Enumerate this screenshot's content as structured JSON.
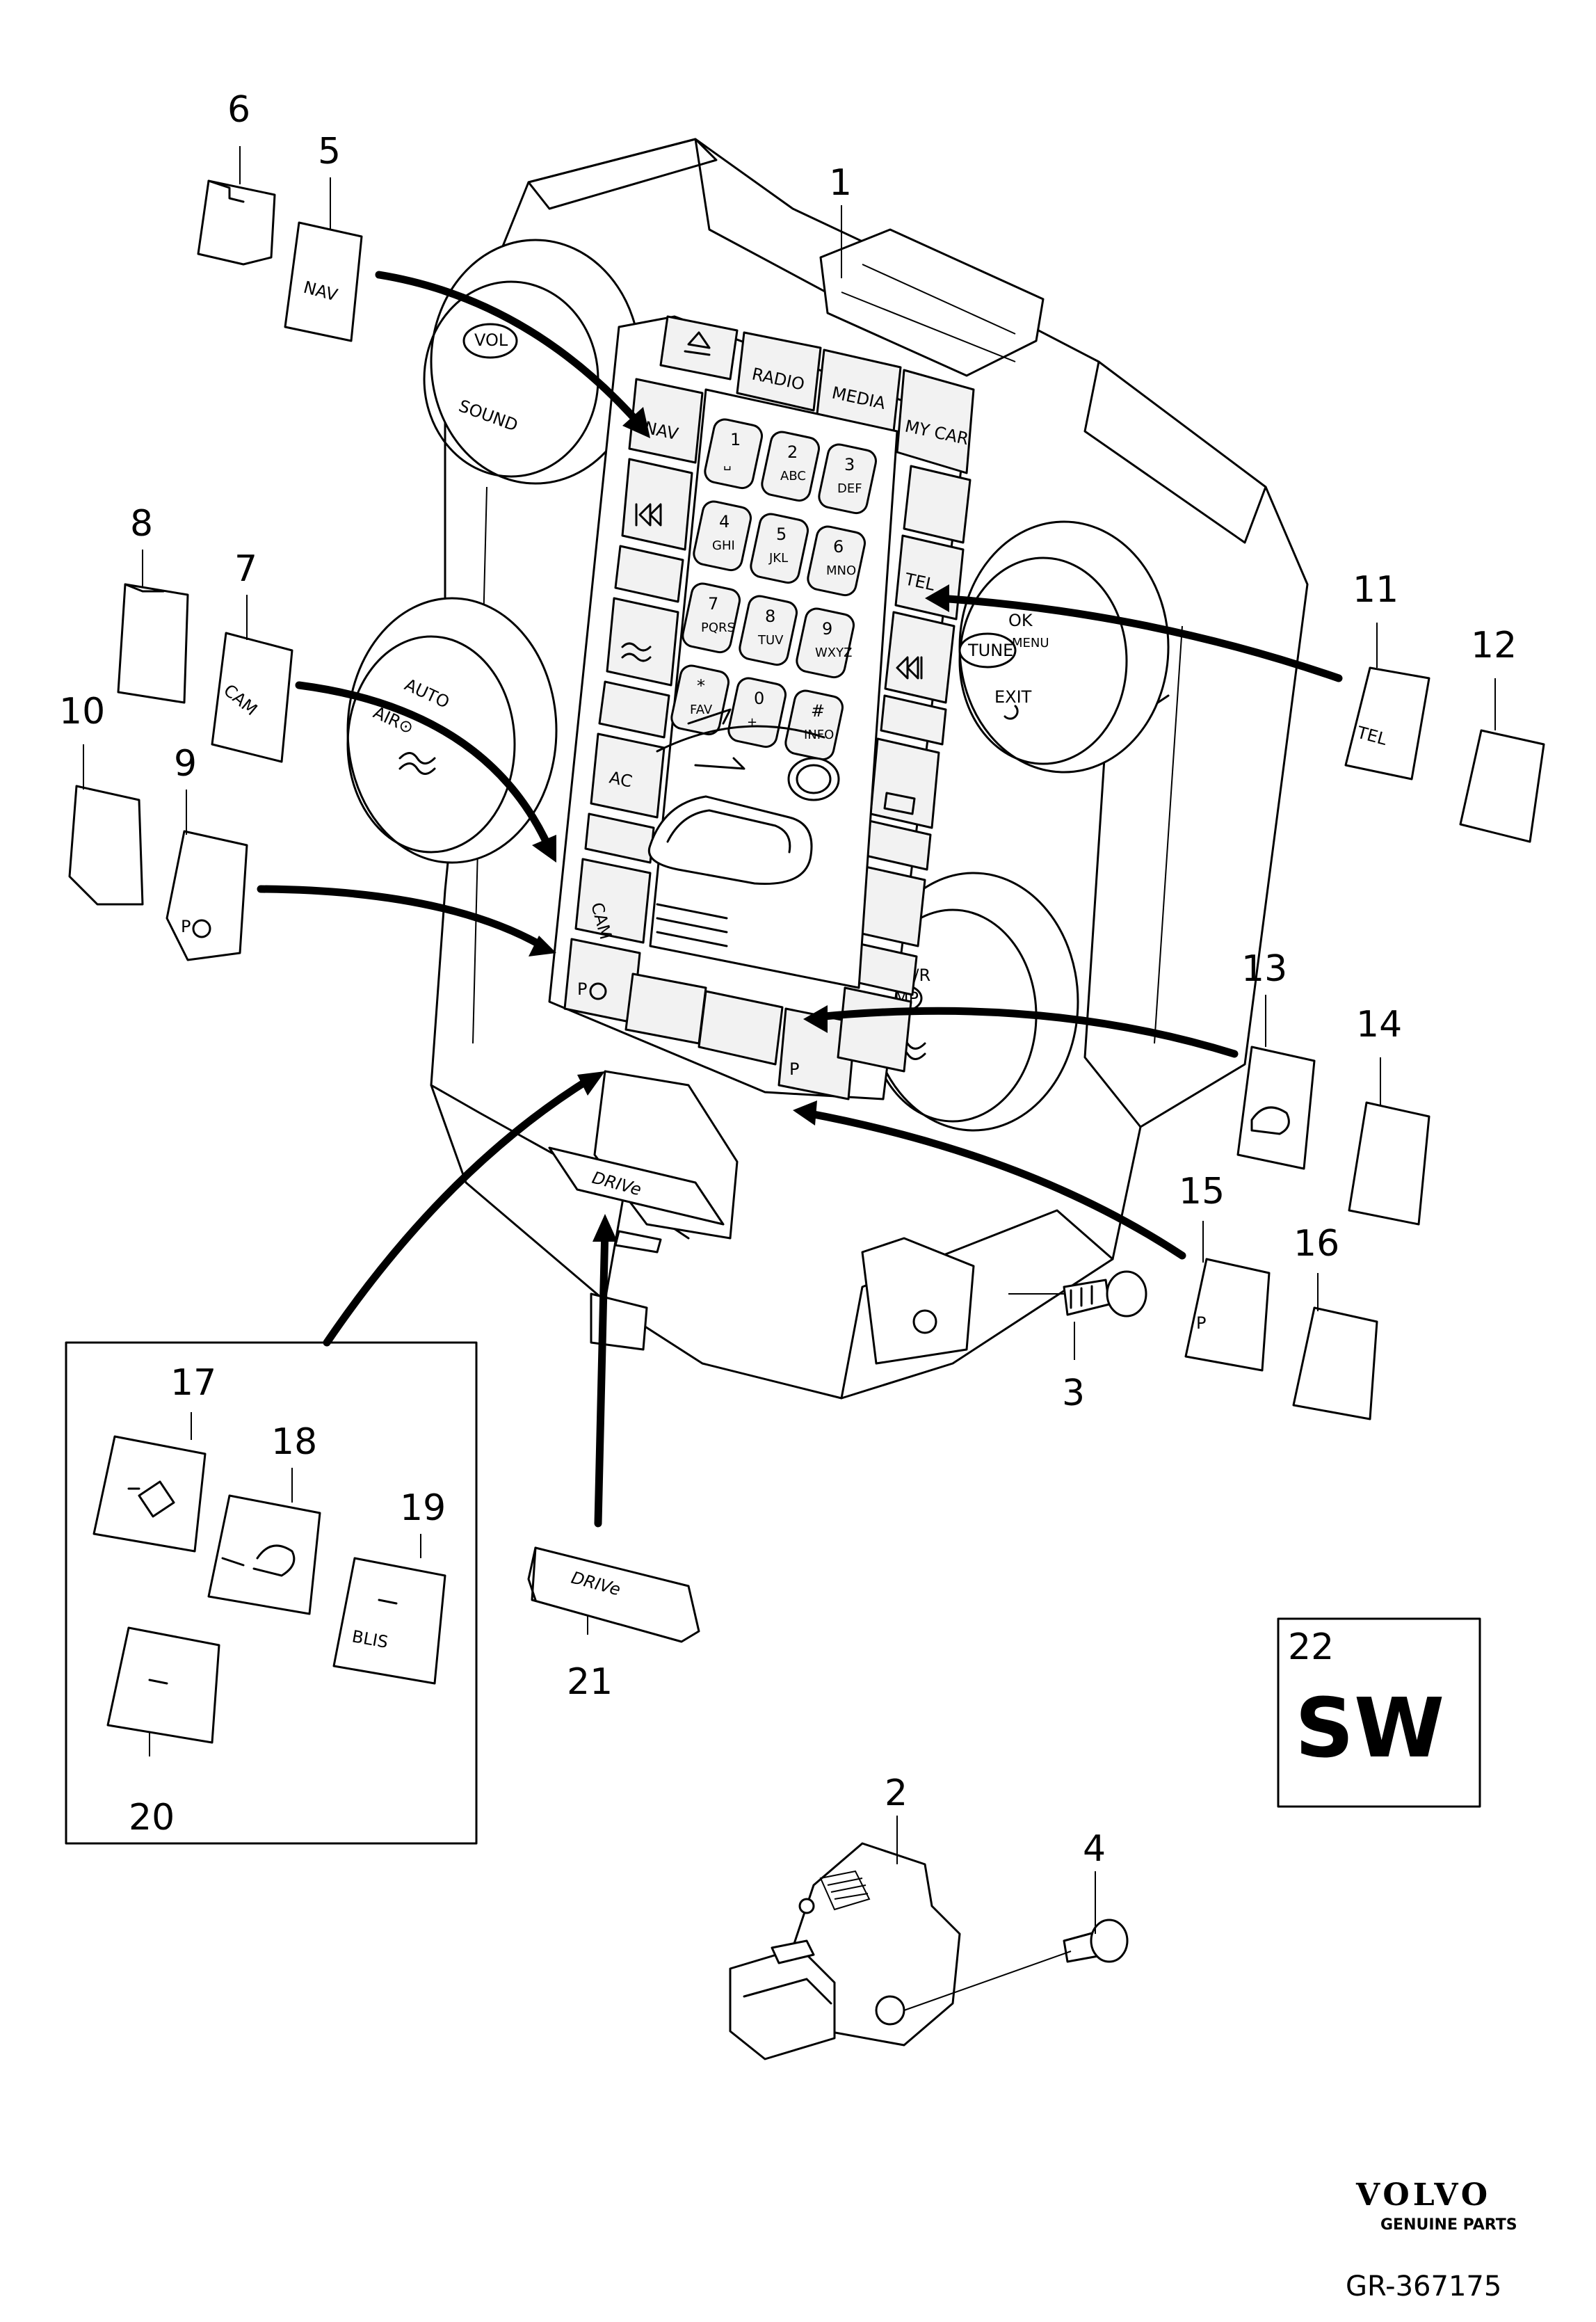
{
  "callouts": [
    "1",
    "2",
    "3",
    "4",
    "5",
    "6",
    "7",
    "8",
    "9",
    "10",
    "11",
    "12",
    "13",
    "14",
    "15",
    "16",
    "17",
    "18",
    "19",
    "20",
    "21",
    "22"
  ],
  "button_labels": {
    "nav": "NAV",
    "radio": "RADIO",
    "media": "MEDIA",
    "mycar": "MY CAR",
    "tel": "TEL",
    "ac": "AC",
    "cam": "CAM",
    "vol": "VOL",
    "sound": "SOUND",
    "auto": "AUTO",
    "airco": "AIR⊙",
    "ok": "OK",
    "menu": "MENU",
    "tune": "TUNE",
    "exit": "EXIT",
    "temp": "TEMP",
    "lr": "L/R",
    "blis": "BLIS",
    "drive": "DRIVe"
  },
  "keypad": [
    {
      "digit": "1",
      "sub": "␣"
    },
    {
      "digit": "2",
      "sub": "ABC"
    },
    {
      "digit": "3",
      "sub": "DEF"
    },
    {
      "digit": "4",
      "sub": "GHI"
    },
    {
      "digit": "5",
      "sub": "JKL"
    },
    {
      "digit": "6",
      "sub": "MNO"
    },
    {
      "digit": "7",
      "sub": "PQRS"
    },
    {
      "digit": "8",
      "sub": "TUV"
    },
    {
      "digit": "9",
      "sub": "WXYZ"
    },
    {
      "digit": "*",
      "sub": "FAV"
    },
    {
      "digit": "0",
      "sub": "+"
    },
    {
      "digit": "#",
      "sub": "INFO"
    }
  ],
  "sw_box": {
    "number": "22",
    "text": "SW"
  },
  "footer": {
    "brand": "VOLVO",
    "subtitle": "GENUINE PARTS",
    "code": "GR-367175"
  }
}
